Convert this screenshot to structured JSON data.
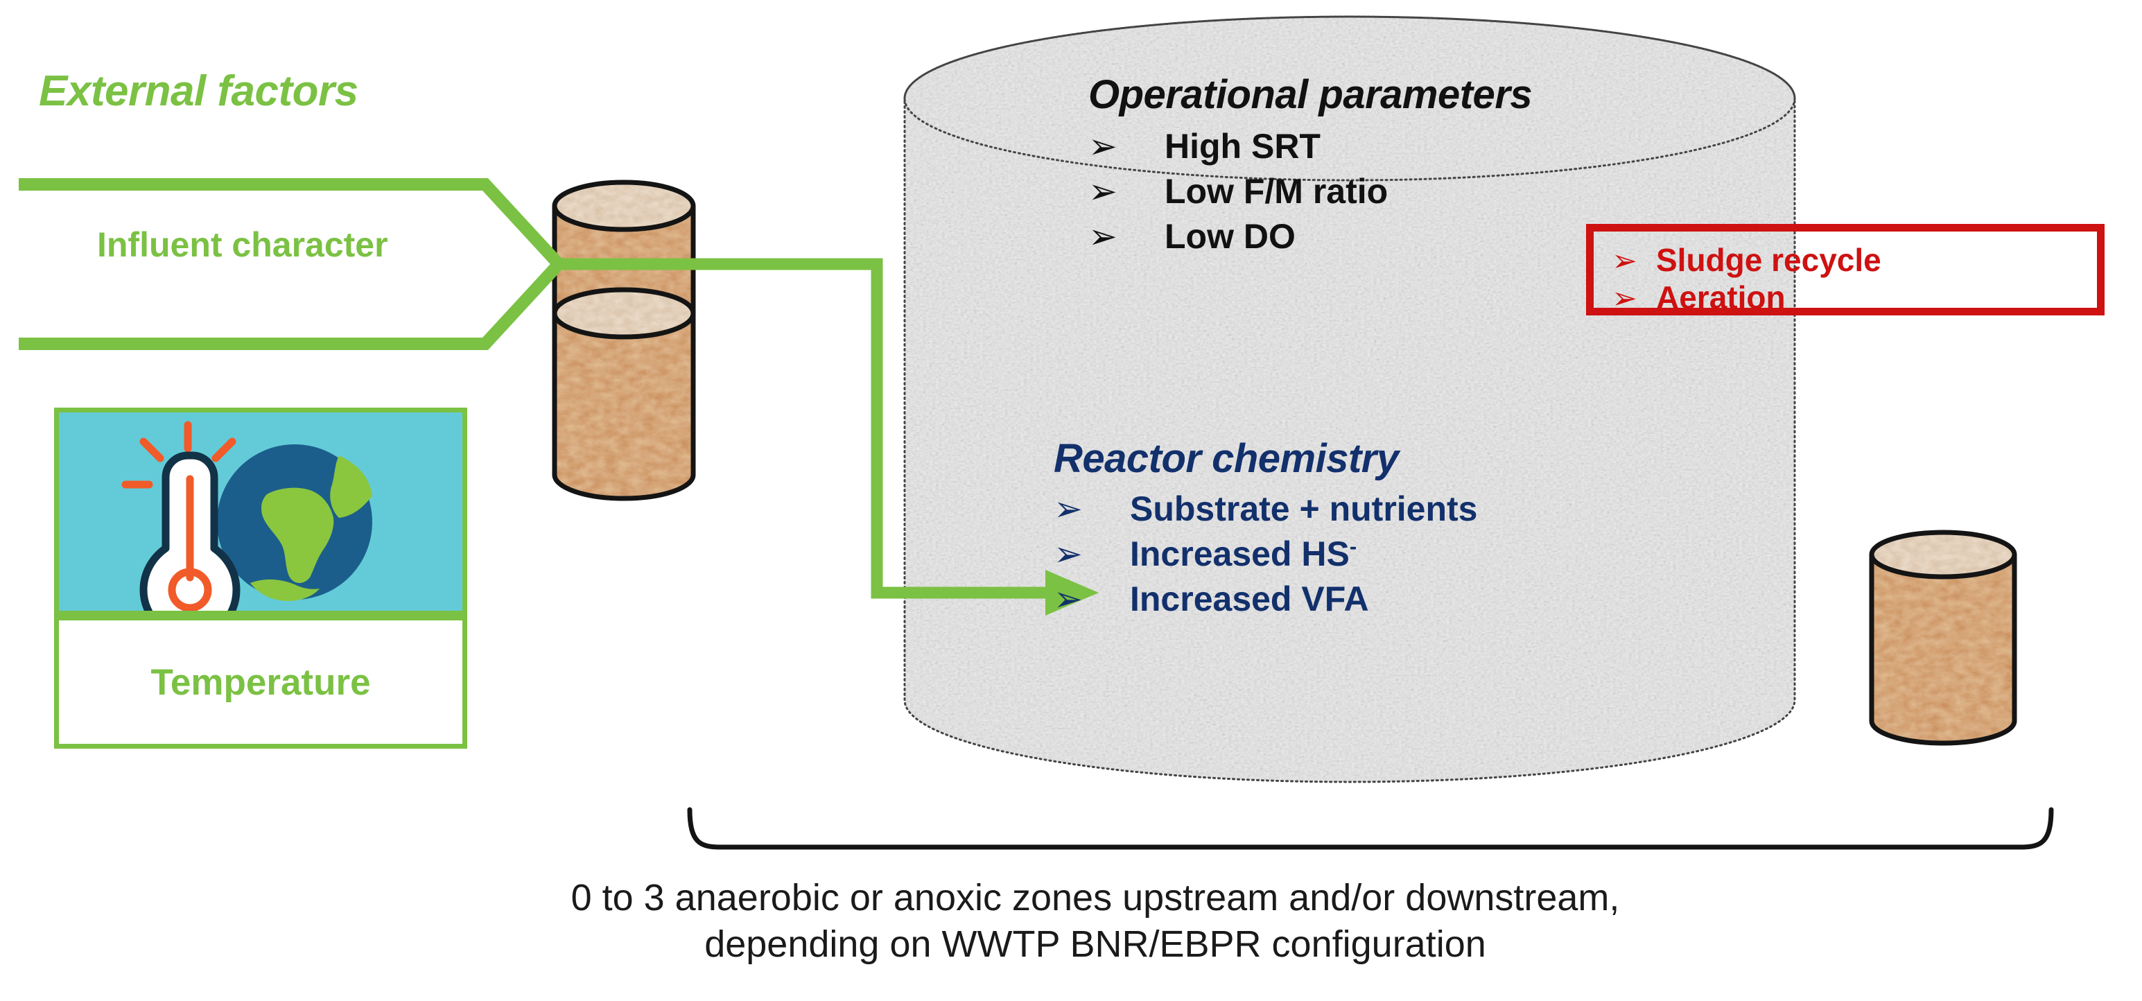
{
  "title_block": {
    "external_factors": "External factors"
  },
  "influent": {
    "label": "Influent character",
    "shape": "pentagon-arrow",
    "color": "#7BC143"
  },
  "temperature_card": {
    "label": "Temperature",
    "icon": "thermometer-globe-icon",
    "background_color": "#63CBD8",
    "border_color": "#7BC143"
  },
  "reactor": {
    "operational": {
      "title": "Operational parameters",
      "color": "#111111",
      "bullet": "➢",
      "items": [
        "High SRT",
        "Low F/M ratio",
        "Low DO"
      ]
    },
    "chemistry": {
      "title": "Reactor chemistry",
      "color": "#12306B",
      "bullet": "➢",
      "items": [
        "Substrate + nutrients",
        "Increased HS",
        "Increased VFA"
      ],
      "item_2_superscript": "-"
    }
  },
  "red_box": {
    "color": "#CE1111",
    "bullet": "➢",
    "items": [
      "Sludge recycle",
      "Aeration"
    ]
  },
  "caption": {
    "line1": "0 to 3 anaerobic or anoxic zones upstream and/or downstream,",
    "line2": "depending on WWTP BNR/EBPR configuration"
  },
  "cylinders": {
    "fill_color": "#C88A54",
    "top_color": "#D9BFA4",
    "outline_color": "#141414",
    "count_left": 2,
    "count_right": 1
  },
  "connector": {
    "color": "#7BC143",
    "type": "elbow-arrow"
  }
}
